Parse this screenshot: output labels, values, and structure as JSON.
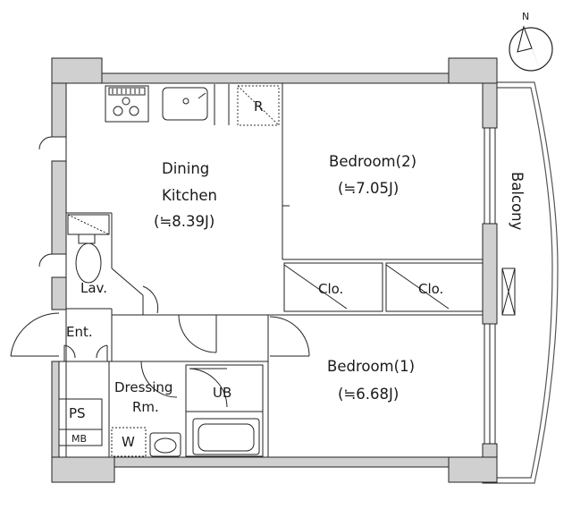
{
  "compass": {
    "north_label": "N"
  },
  "rooms": {
    "dining_kitchen": {
      "line1": "Dining",
      "line2": "Kitchen",
      "area": "(≒8.39J)"
    },
    "bedroom2": {
      "name": "Bedroom(2)",
      "area": "(≒7.05J)"
    },
    "bedroom1": {
      "name": "Bedroom(1)",
      "area": "(≒6.68J)"
    },
    "dressing": {
      "line1": "Dressing",
      "line2": "Rm."
    }
  },
  "labels": {
    "refrigerator": "R",
    "closet_left": "Clo.",
    "closet_right": "Clo.",
    "lavatory": "Lav.",
    "entrance": "Ent.",
    "unit_bath": "UB",
    "pipe_space": "PS",
    "meter_box": "MB",
    "washer": "W",
    "balcony": "Balcony"
  }
}
